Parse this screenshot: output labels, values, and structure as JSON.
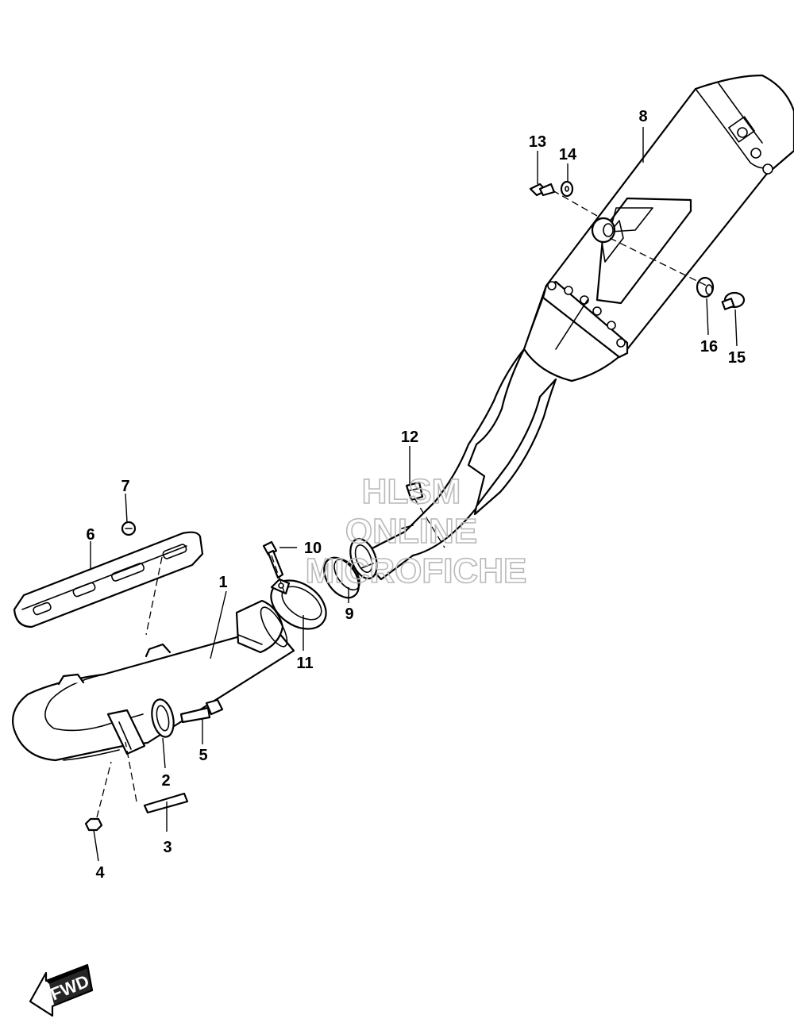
{
  "callouts": [
    {
      "id": "c1",
      "label": "1"
    },
    {
      "id": "c2",
      "label": "2"
    },
    {
      "id": "c3",
      "label": "3"
    },
    {
      "id": "c4",
      "label": "4"
    },
    {
      "id": "c5",
      "label": "5"
    },
    {
      "id": "c6",
      "label": "6"
    },
    {
      "id": "c7",
      "label": "7"
    },
    {
      "id": "c8",
      "label": "8"
    },
    {
      "id": "c9",
      "label": "9"
    },
    {
      "id": "c10",
      "label": "10"
    },
    {
      "id": "c11",
      "label": "11"
    },
    {
      "id": "c12",
      "label": "12"
    },
    {
      "id": "c13",
      "label": "13"
    },
    {
      "id": "c14",
      "label": "14"
    },
    {
      "id": "c15",
      "label": "15"
    },
    {
      "id": "c16",
      "label": "16"
    }
  ],
  "watermark": {
    "line1": "HLSM",
    "line2": "ONLINE",
    "line3": "MICROFICHE"
  },
  "direction_badge": {
    "label": "FWD"
  }
}
